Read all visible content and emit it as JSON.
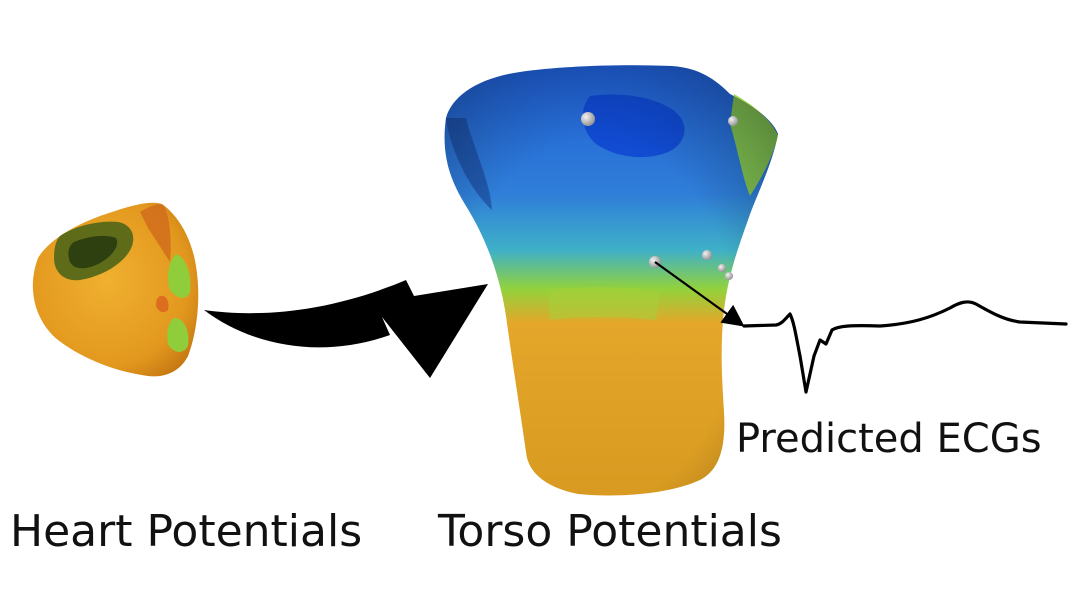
{
  "labels": {
    "heart": "Heart Potentials",
    "torso": "Torso Potentials",
    "ecg": "Predicted ECGs"
  },
  "colors": {
    "heart_orange": "#e8a020",
    "heart_green": "#8fce3a",
    "heart_red": "#d8581c",
    "torso_blue": "#1f5fd8",
    "torso_deep_blue": "#0a3fd0",
    "torso_cyan": "#3fb0c8",
    "torso_green": "#92d23c",
    "torso_orange": "#e4a72a",
    "electrode_gray": "#b8b8b8",
    "arrow_black": "#000000"
  },
  "icons": {
    "heart": "heart-mesh-icon",
    "torso": "torso-mesh-icon",
    "arrow": "curved-arrow-icon",
    "ecg": "ecg-waveform-icon"
  }
}
